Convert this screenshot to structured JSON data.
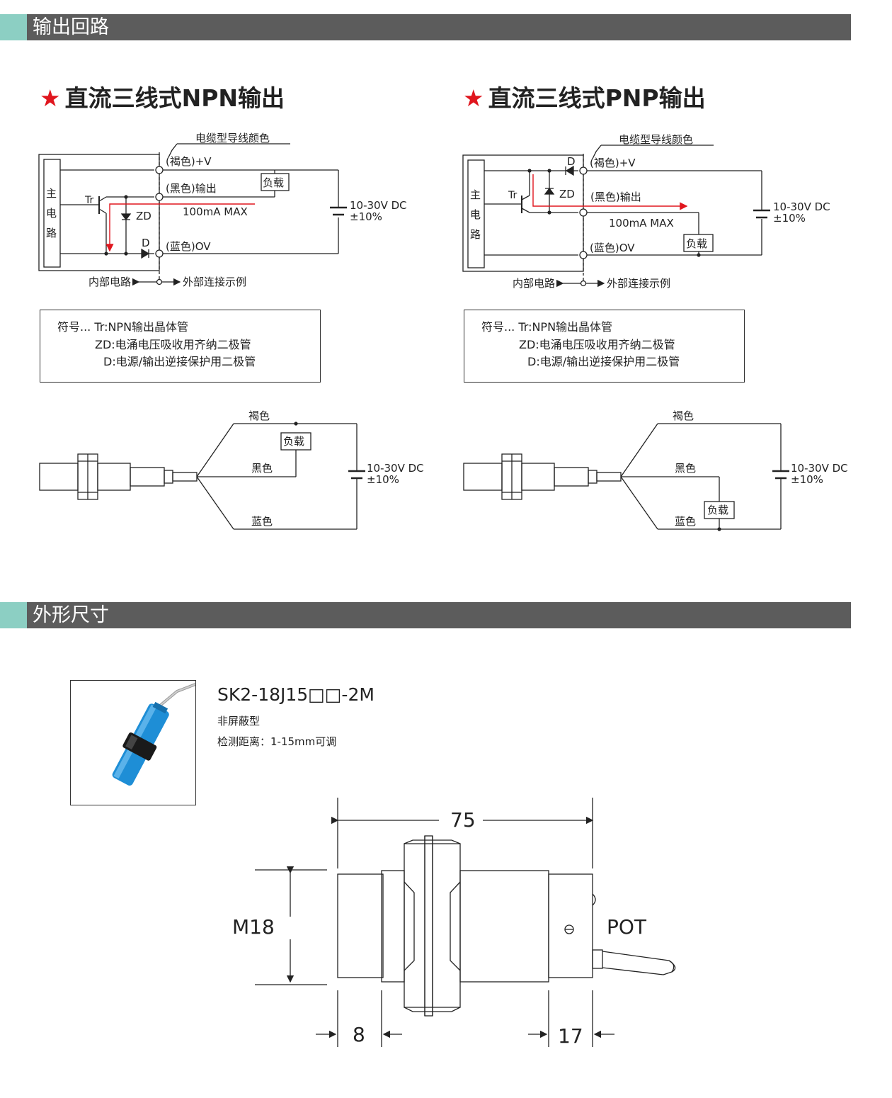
{
  "sections": {
    "output": "输出回路",
    "dimensions": "外形尺寸"
  },
  "npn": {
    "heading": "直流三线式NPN输出",
    "cable_color_label": "电缆型导线颜色",
    "main_circuit": [
      "主",
      "电",
      "路"
    ],
    "brown_v": "(褐色)+V",
    "black_out": "(黑色)输出",
    "blue_0v": "(蓝色)OV",
    "load": "负载",
    "tr": "Tr",
    "zd": "ZD",
    "d": "D",
    "max_current": "100mA MAX",
    "supply": "10-30V DC",
    "tolerance": "±10%",
    "internal": "内部电路",
    "external": "外部连接示例"
  },
  "pnp": {
    "heading": "直流三线式PNP输出",
    "cable_color_label": "电缆型导线颜色",
    "main_circuit": [
      "主",
      "电",
      "路"
    ],
    "brown_v": "(褐色)+V",
    "black_out": "(黑色)输出",
    "blue_0v": "(蓝色)OV",
    "load": "负载",
    "tr": "Tr",
    "zd": "ZD",
    "d": "D",
    "max_current": "100mA MAX",
    "supply": "10-30V DC",
    "tolerance": "±10%",
    "internal": "内部电路",
    "external": "外部连接示例"
  },
  "legend": {
    "line1": "符号...   Tr:NPN输出晶体管",
    "line2": "ZD:电涌电压吸收用齐纳二极管",
    "line3": "D:电源/输出逆接保护用二极管"
  },
  "wiring": {
    "brown": "褐色",
    "black": "黑色",
    "blue": "蓝色",
    "load": "负载",
    "supply": "10-30V DC",
    "tolerance": "±10%"
  },
  "product": {
    "model": "SK2-18J15□□-2M",
    "type": "非屏蔽型",
    "range": "检测距离：1-15mm可调"
  },
  "drawing": {
    "overall": "75",
    "thread": "M18",
    "front": "8",
    "rear": "17",
    "pot": "POT"
  },
  "colors": {
    "section_bar": "#5c5c5c",
    "section_accent": "#8ccfc3",
    "star": "#e0161e",
    "current_arrow": "#e0161e",
    "sensor_body": "#1e8ed6"
  }
}
